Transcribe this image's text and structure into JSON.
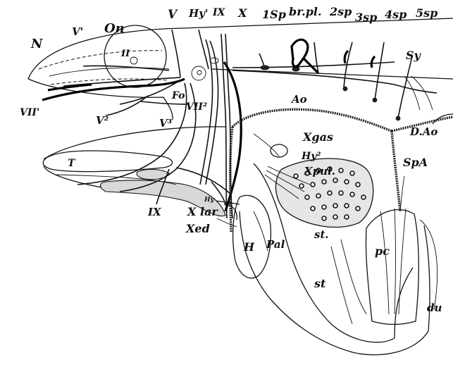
{
  "figure": {
    "labels": {
      "N": "N",
      "V1": "V'",
      "On": "On",
      "II": "II",
      "V": "V",
      "Hy1": "Hy'",
      "IX_top": "IX",
      "X_top": "X",
      "Sp1": "1Sp",
      "brpl": "br.pl.",
      "sp2": "2sp",
      "sp3": "3sp",
      "sp4": "4sp",
      "sp5": "5sp",
      "Sy": "Sy",
      "Fo": "Fo",
      "VII1": "VII'",
      "V2": "V²",
      "V3": "V³",
      "VII2": "VII²",
      "Ao": "Ao",
      "DAo": "D.Ao",
      "Xgas": "Xgas",
      "Hy2": "Hy²",
      "Xpul": "Xpul.",
      "SpA": "SpA",
      "T": "T",
      "IX_bottom": "IX",
      "Hy": "Hy",
      "Xlar": "X lar",
      "Xed": "Xed",
      "H": "H",
      "Pal": "Pal",
      "st1": "st.",
      "st2": "st",
      "pc": "pc",
      "du": "du"
    }
  }
}
